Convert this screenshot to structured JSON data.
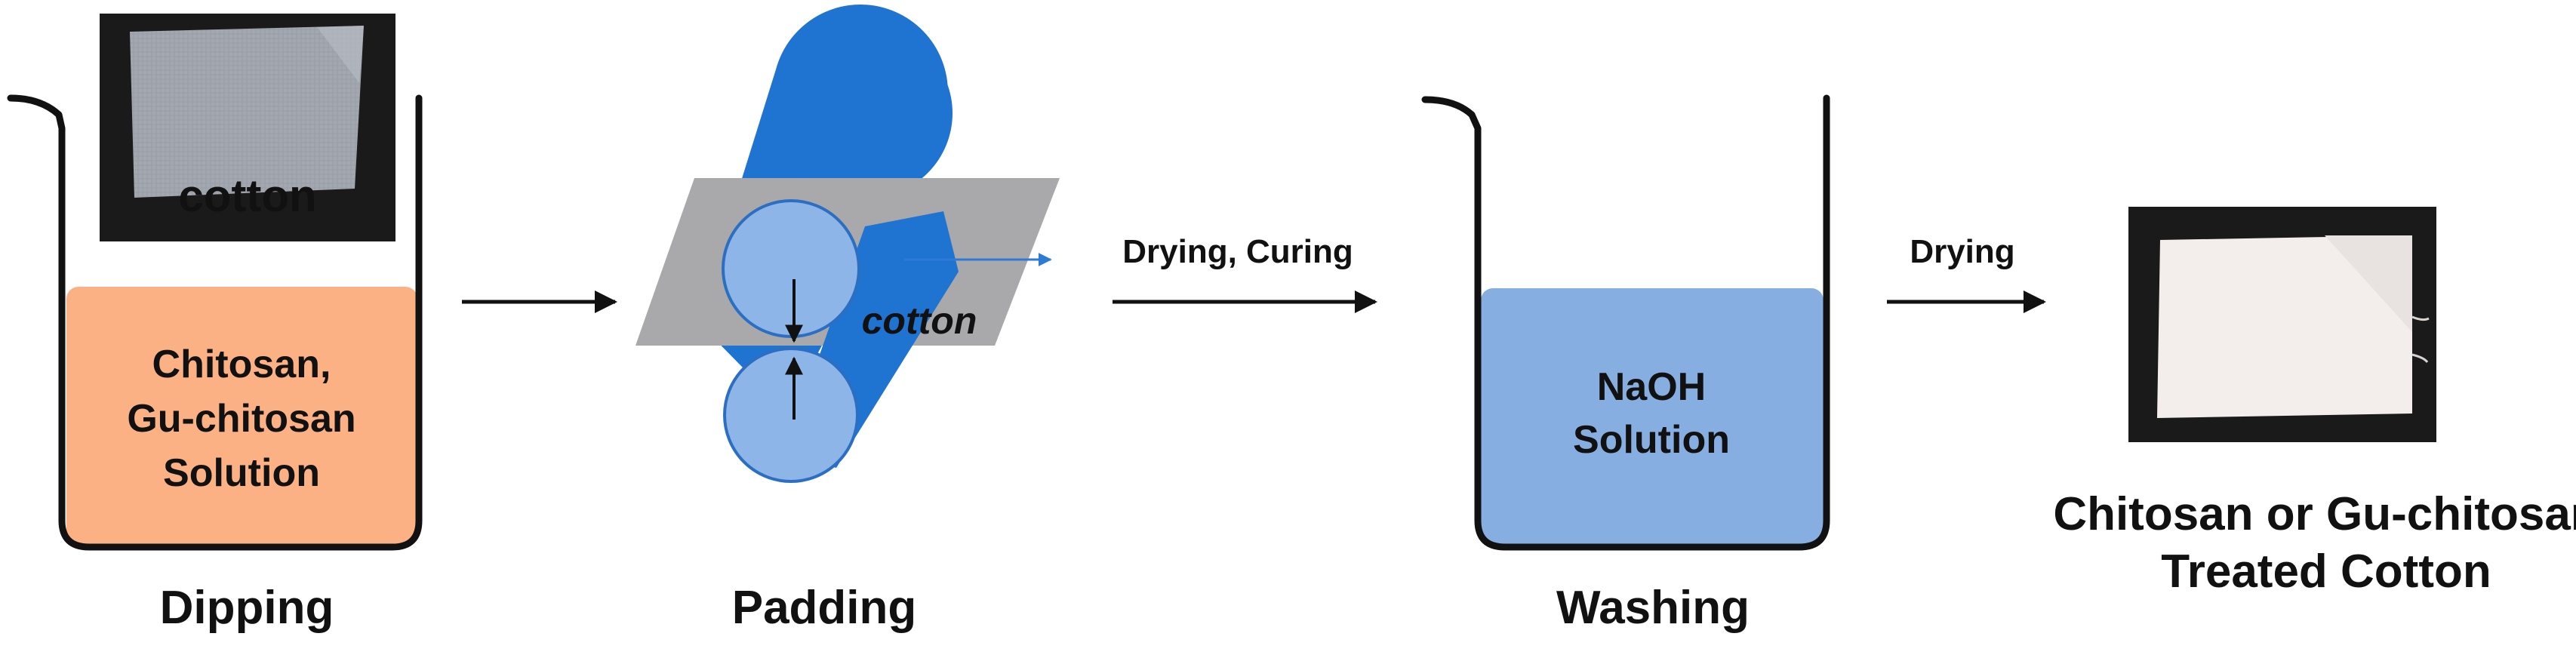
{
  "steps": {
    "dipping": {
      "label": "Dipping",
      "fabric_label": "cotton",
      "solution_lines": [
        "Chitosan,",
        "Gu-chitosan",
        "Solution"
      ]
    },
    "padding": {
      "label": "Padding",
      "fabric_label": "cotton"
    },
    "washing": {
      "label": "Washing",
      "solution_lines": [
        "NaOH",
        "Solution"
      ]
    },
    "result": {
      "label_lines": [
        "Chitosan or Gu-chitosan",
        "Treated Cotton"
      ]
    }
  },
  "arrows": {
    "drying_curing": "Drying, Curing",
    "drying": "Drying"
  },
  "colors": {
    "orange_solution": "#FBB184",
    "blue_solution": "#86AEE0",
    "roller_dark": "#1F73D1",
    "roller_light": "#8DB5E8",
    "fabric_gray": "#A9A9AB",
    "photo_frame": "#1A1A1A",
    "outline": "#111111"
  }
}
